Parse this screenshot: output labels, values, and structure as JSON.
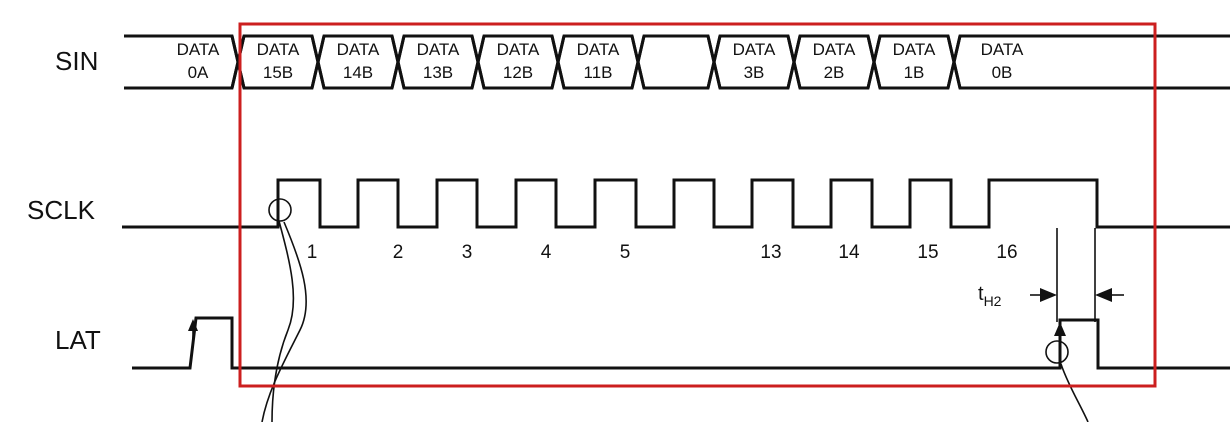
{
  "signals": {
    "sin": "SIN",
    "sclk": "SCLK",
    "lat": "LAT"
  },
  "sin_cells": [
    {
      "top": "DATA",
      "bottom": "0A"
    },
    {
      "top": "DATA",
      "bottom": "15B"
    },
    {
      "top": "DATA",
      "bottom": "14B"
    },
    {
      "top": "DATA",
      "bottom": "13B"
    },
    {
      "top": "DATA",
      "bottom": "12B"
    },
    {
      "top": "DATA",
      "bottom": "11B"
    },
    {
      "top": "",
      "bottom": ""
    },
    {
      "top": "DATA",
      "bottom": "3B"
    },
    {
      "top": "DATA",
      "bottom": "2B"
    },
    {
      "top": "DATA",
      "bottom": "1B"
    },
    {
      "top": "DATA",
      "bottom": "0B"
    }
  ],
  "sclk_pulse_numbers": [
    "1",
    "2",
    "3",
    "4",
    "5",
    "13",
    "14",
    "15",
    "16"
  ],
  "timing": {
    "symbol": "t",
    "subscript": "H2"
  },
  "colors": {
    "waveform": "#111111",
    "highlight_box": "#cc1f1f",
    "background": "#ffffff"
  }
}
